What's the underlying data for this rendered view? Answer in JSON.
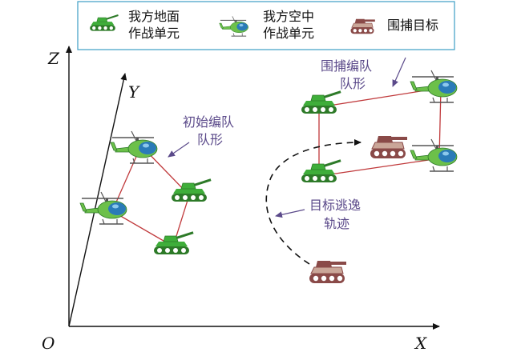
{
  "legend": {
    "ground_unit": [
      "我方地面",
      "作战单元"
    ],
    "air_unit": [
      "我方空中",
      "作战单元"
    ],
    "target": "围捕目标"
  },
  "axes": {
    "z": "Z",
    "y": "Y",
    "x": "X",
    "origin": "O"
  },
  "annotations": {
    "initial_formation": [
      "初始编队",
      "队形"
    ],
    "capture_formation": [
      "围捕编队",
      "队形"
    ],
    "escape_trajectory": [
      "目标逃逸",
      "轨迹"
    ]
  },
  "colors": {
    "legend_border": "#3d9ec4",
    "formation_line": "#c0393b",
    "annotation_text": "#5b4a8a",
    "tank_green": "#3fae3a",
    "tank_dark": "#2d7a28",
    "heli_green": "#6cc04a",
    "heli_blue": "#2a7bb8",
    "target_red": "#8a4a48",
    "target_tan": "#caa698"
  }
}
